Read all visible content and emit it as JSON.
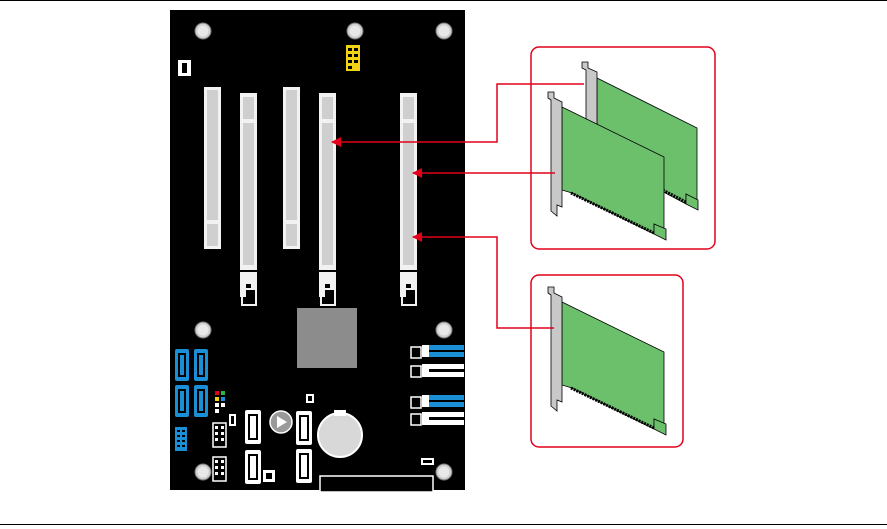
{
  "figure": {
    "board": "motherboard-top-view",
    "callouts": [
      {
        "name": "dual-card-callout",
        "cards": 2,
        "targets": [
          "pcie-slot-3",
          "pcie-slot-4"
        ]
      },
      {
        "name": "single-card-callout",
        "cards": 1,
        "targets": [
          "pcie-slot-4"
        ]
      }
    ],
    "colors": {
      "board": "#000000",
      "card": "#6cc06c",
      "bracket": "#c8c8c8",
      "arrow": "#e3001b",
      "callout_border": "#e3001b",
      "sata_blue": "#1a8fd6",
      "header_yellow": "#f2d214",
      "chip_gray": "#8c8c8c"
    }
  }
}
